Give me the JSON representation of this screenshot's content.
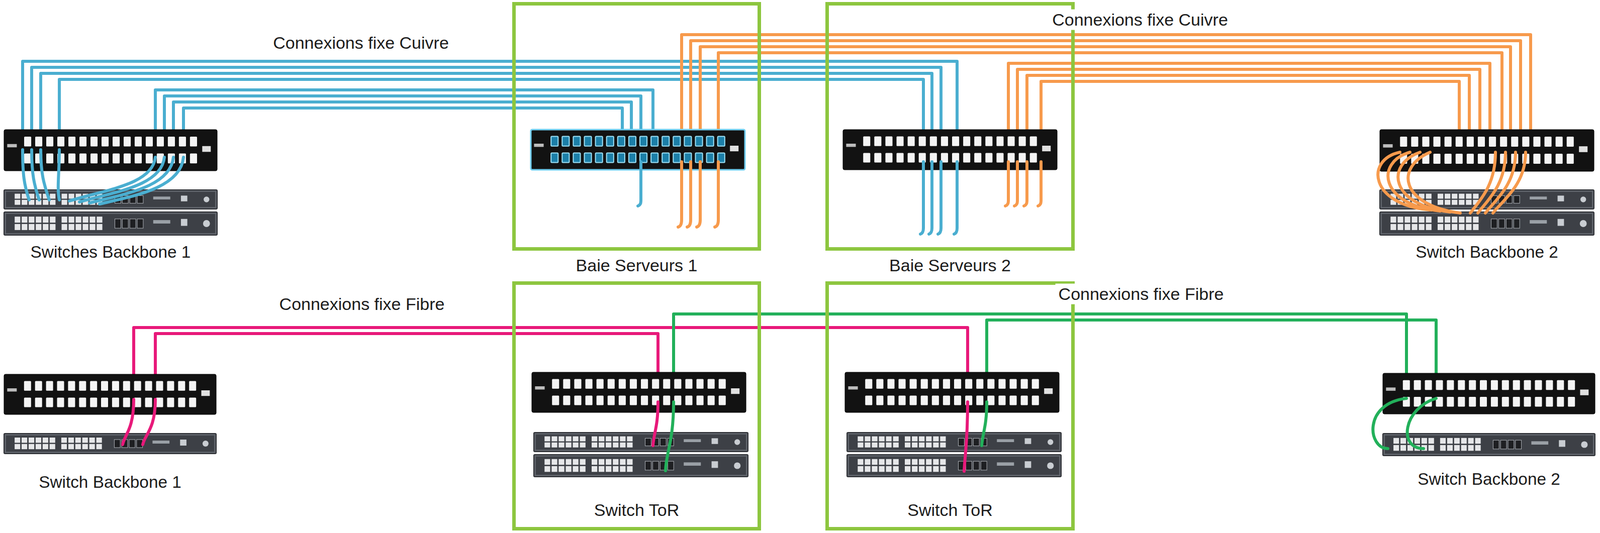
{
  "diagram": {
    "nodes": [
      {
        "text": [
          "Switches Backbone 1"
        ]
      },
      {
        "text": [
          "Baie Serveurs 1"
        ]
      },
      {
        "text": [
          "Baie Serveurs 2"
        ]
      },
      {
        "text": [
          "Switch Backbone 2"
        ]
      },
      {
        "text": [
          "Switch Backbone 1"
        ]
      },
      {
        "text": [
          "Switch ToR"
        ]
      },
      {
        "text": [
          "Switch ToR"
        ]
      },
      {
        "text": [
          "Switch Backbone 2"
        ]
      }
    ],
    "edges": [
      {
        "from": 0,
        "to": 1,
        "arrow": "none"
      },
      {
        "from": 0,
        "to": 2,
        "arrow": "none"
      },
      {
        "from": 3,
        "to": 1,
        "arrow": "none"
      },
      {
        "from": 3,
        "to": 2,
        "arrow": "none"
      },
      {
        "from": 4,
        "to": 5,
        "arrow": "none"
      },
      {
        "from": 4,
        "to": 6,
        "arrow": "none"
      },
      {
        "from": 7,
        "to": 5,
        "arrow": "none"
      },
      {
        "from": 7,
        "to": 6,
        "arrow": "none"
      }
    ],
    "labels": [
      "Connexions fixe Cuivre",
      "Connexions fixe Cuivre",
      "Connexions fixe Fibre",
      "Connexions fixe Fibre"
    ]
  }
}
